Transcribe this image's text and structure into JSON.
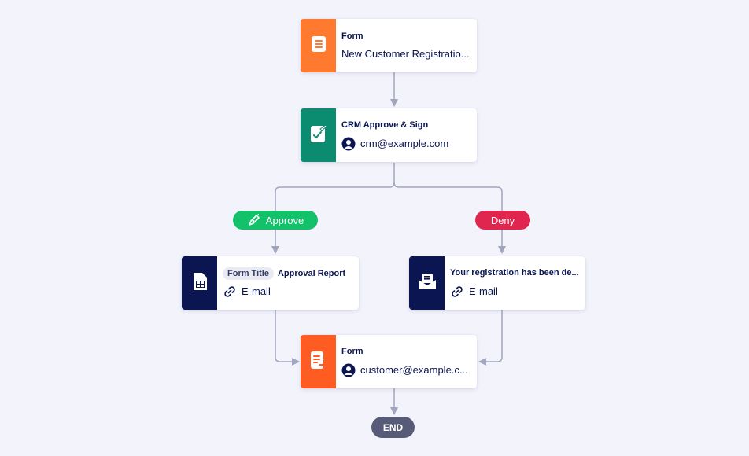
{
  "colors": {
    "form_orange": "#ff7a2e",
    "crm_green": "#0b8b6f",
    "navy": "#0a1551",
    "form_red_orange": "#ff5c24",
    "approve_green": "#12c16a",
    "deny_red": "#e0254f",
    "end_gray": "#575b78",
    "connector": "#a2a6bd",
    "background": "#f3f3fc"
  },
  "nodes": {
    "form_start": {
      "title": "Form",
      "subtitle": "New Customer Registratio...",
      "icon": "document-icon"
    },
    "crm": {
      "title": "CRM Approve & Sign",
      "subtitle": "crm@example.com",
      "icon": "sign-document-icon",
      "sub_icon": "user-icon"
    },
    "report": {
      "chip": "Form Title",
      "title": "Approval Report",
      "subtitle": "E-mail",
      "icon": "report-icon",
      "sub_icon": "link-icon"
    },
    "email_deny": {
      "title": "Your registration has been de...",
      "subtitle": "E-mail",
      "icon": "email-icon",
      "sub_icon": "link-icon"
    },
    "form_end": {
      "title": "Form",
      "subtitle": "customer@example.c...",
      "icon": "form-send-icon",
      "sub_icon": "user-icon"
    }
  },
  "branches": {
    "approve": {
      "label": "Approve",
      "icon": "pen-sign-icon"
    },
    "deny": {
      "label": "Deny"
    }
  },
  "end": {
    "label": "END"
  }
}
